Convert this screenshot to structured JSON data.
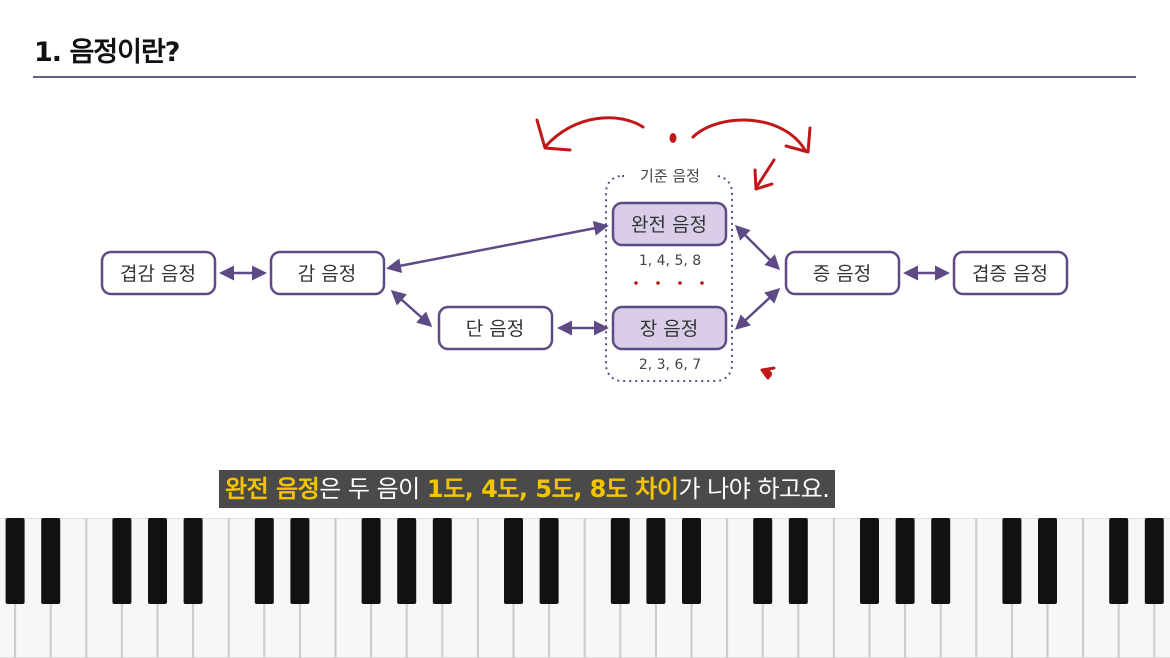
{
  "header": {
    "title": "1. 음정이란?"
  },
  "diagram": {
    "group_label": "기준 음정",
    "nodes": {
      "double_diminished": "겹감 음정",
      "diminished": "감 음정",
      "minor": "단 음정",
      "perfect": "완전 음정",
      "major": "장 음정",
      "augmented": "증 음정",
      "double_augmented": "겹증 음정"
    },
    "perfect_degrees": "1, 4, 5, 8",
    "major_degrees": "2, 3, 6, 7",
    "colors": {
      "node_border": "#5e4b86",
      "highlight_fill": "#d9cde8",
      "arrow": "#5e4b86",
      "annotation": "#c01818"
    }
  },
  "subtitle": {
    "segments": [
      {
        "text": "완전 음정",
        "highlight": true
      },
      {
        "text": "은 두 음이 ",
        "highlight": false
      },
      {
        "text": "1도, 4도, 5도, 8도 차이",
        "highlight": true
      },
      {
        "text": "가 나야 하고요.",
        "highlight": false
      }
    ],
    "highlight_color": "#f5c400"
  },
  "keyboard": {
    "white_key_count": 35
  }
}
